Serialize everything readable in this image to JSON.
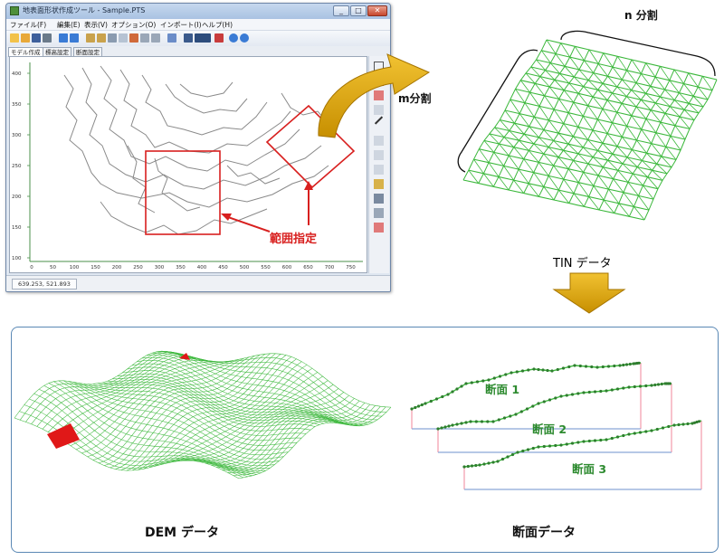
{
  "window": {
    "title": "地表面形状作成ツール - Sample.PTS",
    "controls": [
      "_",
      "□",
      "✕"
    ],
    "menu": [
      "ファイル(F)",
      "編集(E)",
      "表示(V)",
      "オプション(O)",
      "インポート(I)",
      "ヘルプ(H)"
    ],
    "tabs": [
      "モデル作成",
      "標高設定",
      "断面設定"
    ],
    "y_ticks": [
      "400",
      "350",
      "300",
      "250",
      "200",
      "150",
      "100"
    ],
    "x_ticks": [
      "0",
      "50",
      "100",
      "150",
      "200",
      "250",
      "300",
      "350",
      "400",
      "450",
      "500",
      "550",
      "600",
      "650",
      "700",
      "750"
    ],
    "status": "639.253, 521.893"
  },
  "labels": {
    "range": "範囲指定",
    "n_div": "n 分割",
    "m_div": "m分割",
    "tin": "TIN データ",
    "dem": "DEM データ",
    "section_data": "断面データ",
    "sections": [
      "断面 1",
      "断面 2",
      "断面 3"
    ]
  },
  "colors": {
    "mesh_green": "#3cb83c",
    "range_red": "#d8201f",
    "arrow_gold": "#e0a800",
    "panel_border": "#5a88b5",
    "section_pink": "#f29aaa",
    "section_blue": "#8aa8d8"
  }
}
